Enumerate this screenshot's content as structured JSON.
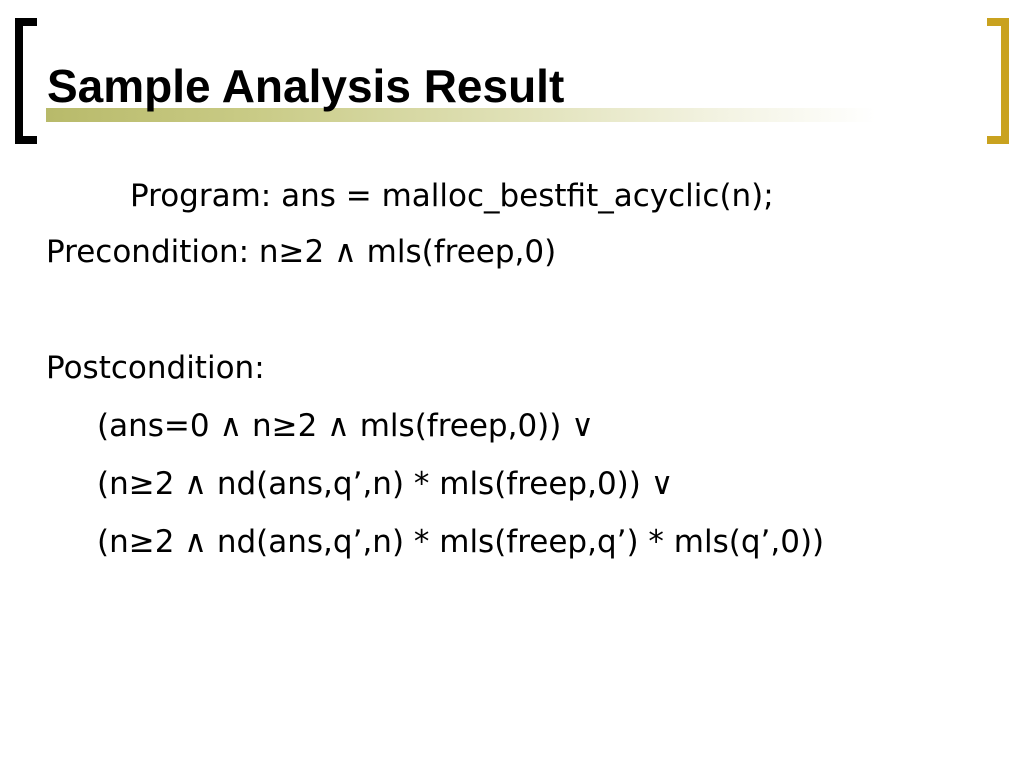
{
  "slide": {
    "title": "Sample Analysis Result",
    "program_line": "Program: ans = malloc_bestfit_acyclic(n);",
    "precondition_line": "Precondition: n≥2 ∧ mls(freep,0)",
    "postcondition_label": "Postcondition:",
    "postcondition_clauses": [
      "(ans=0 ∧ n≥2 ∧ mls(freep,0)) ∨",
      "(n≥2 ∧ nd(ans,q’,n) * mls(freep,0)) ∨",
      "(n≥2 ∧ nd(ans,q’,n) * mls(freep,q’) * mls(q’,0))"
    ]
  },
  "colors": {
    "left_bracket": "#000000",
    "right_bracket": "#c9a21f",
    "title_underline": "#b8ba6a",
    "text": "#000000",
    "background": "#ffffff"
  }
}
